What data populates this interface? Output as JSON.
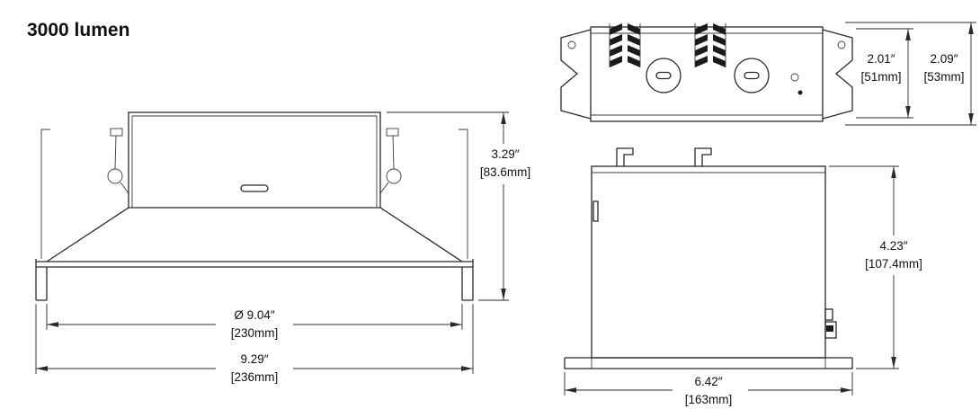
{
  "title": "3000 lumen",
  "colors": {
    "line": "#2a2a2a",
    "text": "#101010",
    "background": "#ffffff"
  },
  "views": {
    "front": {
      "dims": {
        "height_in": "3.29″",
        "height_mm": "[83.6mm]",
        "aperture_in": "Ø 9.04″",
        "aperture_mm": "[230mm]",
        "overall_in": "9.29″",
        "overall_mm": "[236mm]"
      }
    },
    "jbox": {
      "dims": {
        "inner_in": "2.01″",
        "inner_mm": "[51mm]",
        "overall_in": "2.09″",
        "overall_mm": "[53mm]"
      }
    },
    "side": {
      "dims": {
        "height_in": "4.23″",
        "height_mm": "[107.4mm]",
        "width_in": "6.42″",
        "width_mm": "[163mm]"
      }
    }
  }
}
